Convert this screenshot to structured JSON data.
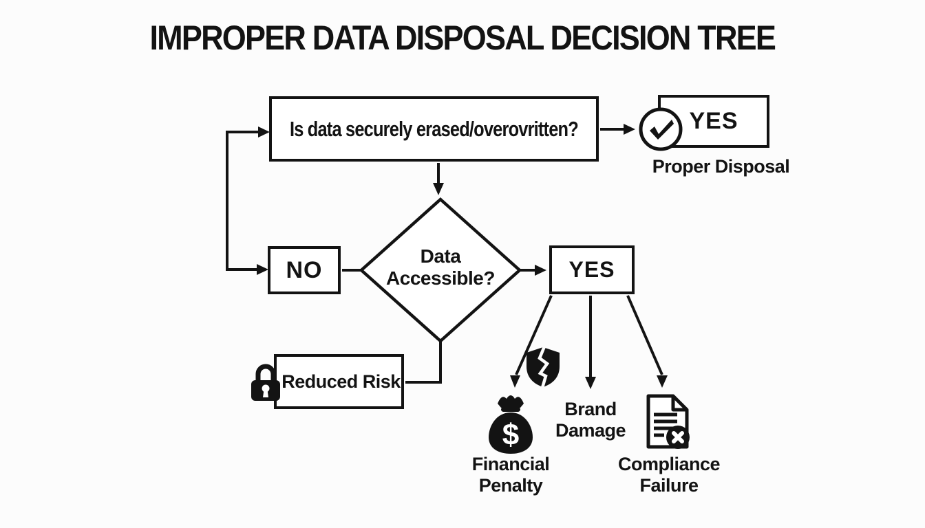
{
  "title": "IMPROPER DATA DISPOSAL DECISION TREE",
  "colors": {
    "ink": "#131313",
    "background": "#fcfcfc"
  },
  "nodes": {
    "question": {
      "label": "Is data securely erased/overovritten?"
    },
    "yes_top": {
      "label": "YES",
      "caption": "Proper Disposal"
    },
    "decision": {
      "line1": "Data",
      "line2": "Accessible?"
    },
    "no": {
      "label": "NO"
    },
    "yes_right": {
      "label": "YES"
    },
    "reduced_risk": {
      "label": "Reduced Risk"
    }
  },
  "outcomes": [
    {
      "icon": "money-bag-icon",
      "line1": "Financial",
      "line2": "Penalty"
    },
    {
      "icon": "broken-shield-icon",
      "line1": "Brand",
      "line2": "Damage"
    },
    {
      "icon": "document-x-icon",
      "line1": "Compliance",
      "line2": "Failure"
    }
  ],
  "icons": {
    "check_circle": "check-circle-icon",
    "padlock": "padlock-icon",
    "broken_shield": "broken-shield-icon",
    "money_bag": "money-bag-icon",
    "document_x": "document-x-icon",
    "money_bag_symbol": "$"
  }
}
